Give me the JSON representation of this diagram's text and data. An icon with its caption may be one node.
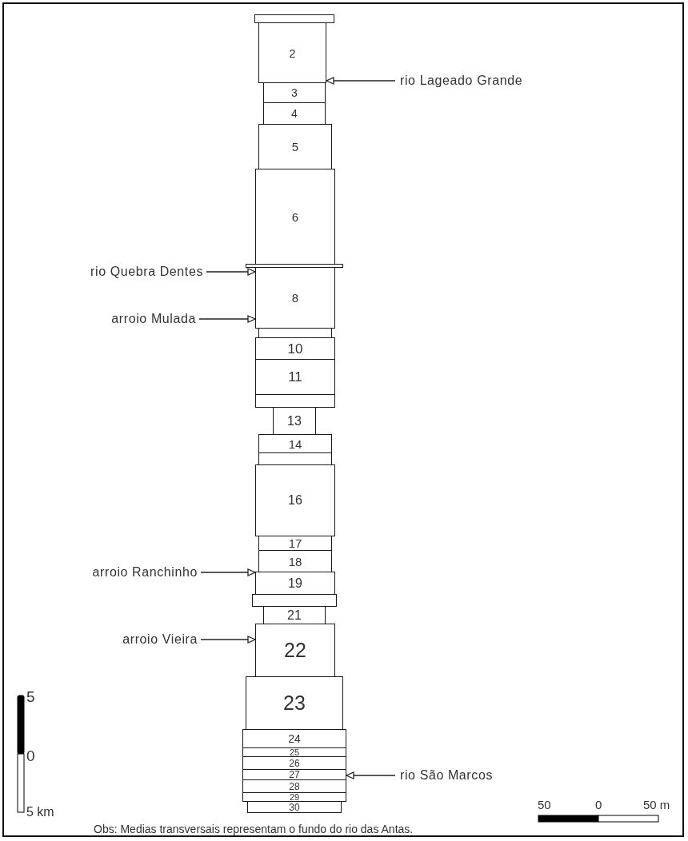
{
  "diagram": {
    "nodes": [
      {
        "text": [],
        "shape": "box"
      },
      {
        "text": [
          "2"
        ]
      },
      {
        "text": [
          "3"
        ]
      },
      {
        "text": [
          "4"
        ]
      },
      {
        "text": [
          "5"
        ]
      },
      {
        "text": [
          "6"
        ]
      },
      {
        "text": [],
        "shape": "box"
      },
      {
        "text": [
          "8"
        ]
      },
      {
        "text": [],
        "shape": "box"
      },
      {
        "text": [
          "10"
        ]
      },
      {
        "text": [
          "11"
        ]
      },
      {
        "text": [],
        "shape": "box"
      },
      {
        "text": [
          "13"
        ]
      },
      {
        "text": [
          "14"
        ]
      },
      {
        "text": [],
        "shape": "box"
      },
      {
        "text": [
          "16"
        ]
      },
      {
        "text": [
          "17"
        ]
      },
      {
        "text": [
          "18"
        ]
      },
      {
        "text": [
          "19"
        ]
      },
      {
        "text": [],
        "shape": "box"
      },
      {
        "text": [
          "21"
        ]
      },
      {
        "text": [
          "22"
        ]
      },
      {
        "text": [
          "23"
        ]
      },
      {
        "text": [
          "24"
        ]
      },
      {
        "text": [
          "25"
        ]
      },
      {
        "text": [
          "26"
        ]
      },
      {
        "text": [
          "27"
        ]
      },
      {
        "text": [
          "28"
        ]
      },
      {
        "text": [
          "29"
        ]
      },
      {
        "text": [
          "30"
        ]
      },
      {
        "text": [
          "rio Lageado Grande"
        ]
      },
      {
        "text": [
          "rio Quebra Dentes"
        ]
      },
      {
        "text": [
          "arroio Mulada"
        ]
      },
      {
        "text": [
          "arroio Ranchinho"
        ]
      },
      {
        "text": [
          "arroio Vieira"
        ]
      },
      {
        "text": [
          "rio São Marcos"
        ]
      }
    ],
    "edges": [
      {
        "from": 30,
        "to": 1,
        "arrow": "to"
      },
      {
        "from": 31,
        "to": 7,
        "arrow": "to"
      },
      {
        "from": 32,
        "to": 7,
        "arrow": "to"
      },
      {
        "from": 33,
        "to": 18,
        "arrow": "to"
      },
      {
        "from": 34,
        "to": 21,
        "arrow": "to"
      },
      {
        "from": 35,
        "to": 26,
        "arrow": "to"
      }
    ],
    "labels": [
      "5",
      "0",
      "5 km",
      "50",
      "0",
      "50 m",
      "Obs: Medias transversais representam o fundo do rio das Antas."
    ]
  }
}
